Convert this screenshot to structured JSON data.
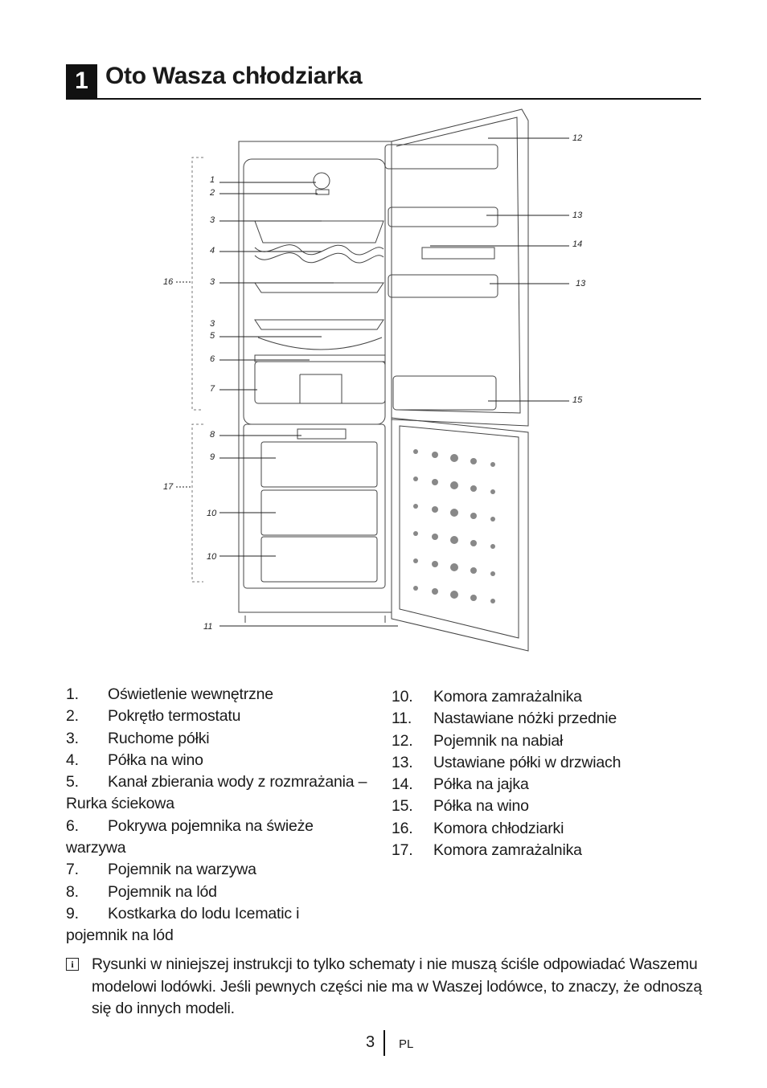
{
  "section": {
    "number": "1",
    "title": "Oto Wasza chłodziarka"
  },
  "diagram": {
    "callouts": [
      "1",
      "2",
      "3",
      "4",
      "3",
      "3",
      "5",
      "6",
      "7",
      "8",
      "9",
      "10",
      "10",
      "11",
      "12",
      "13",
      "14",
      "13",
      "15",
      "16",
      "17"
    ]
  },
  "parts_left": [
    {
      "num": "1.",
      "text": "Oświetlenie wewnętrzne"
    },
    {
      "num": "2.",
      "text": "Pokrętło termostatu"
    },
    {
      "num": "3.",
      "text": "Ruchome półki"
    },
    {
      "num": "4.",
      "text": "Półka na wino"
    },
    {
      "num": "5.",
      "text": "Kanał zbierania wody z rozmrażania –",
      "cont": "Rurka ściekowa"
    },
    {
      "num": "6.",
      "text": "Pokrywa pojemnika na świeże",
      "cont": "warzywa"
    },
    {
      "num": "7.",
      "text": "Pojemnik na warzywa"
    },
    {
      "num": "8.",
      "text": "Pojemnik na lód"
    },
    {
      "num": "9.",
      "text": "Kostkarka do lodu Icematic i",
      "cont": "pojemnik na lód"
    }
  ],
  "parts_right": [
    {
      "num": "10.",
      "text": "Komora zamrażalnika"
    },
    {
      "num": "11.",
      "text": "Nastawiane nóżki przednie"
    },
    {
      "num": "12.",
      "text": "Pojemnik na nabiał"
    },
    {
      "num": "13.",
      "text": "Ustawiane półki w drzwiach"
    },
    {
      "num": "14.",
      "text": "Półka na jajka"
    },
    {
      "num": "15.",
      "text": "Półka na wino"
    },
    {
      "num": "16.",
      "text": "Komora chłodziarki"
    },
    {
      "num": "17.",
      "text": "Komora zamrażalnika"
    }
  ],
  "note": {
    "icon": "info-icon",
    "text": "Rysunki w niniejszej instrukcji to tylko schematy i nie muszą ściśle odpowiadać Waszemu modelowi lodówki. Jeśli pewnych części nie ma w Waszej lodówce, to znaczy, że odnoszą się do innych modeli."
  },
  "footer": {
    "page": "3",
    "lang": "PL"
  }
}
